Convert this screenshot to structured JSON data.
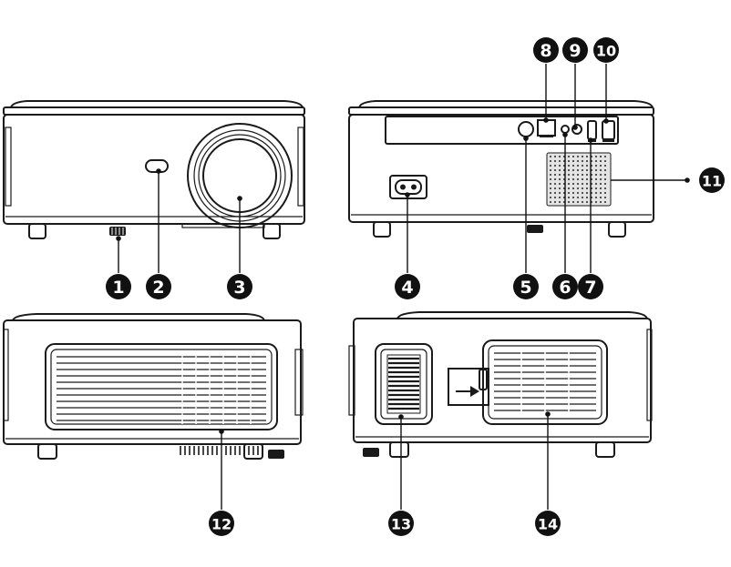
{
  "callouts": [
    {
      "id": "1",
      "label": "1"
    },
    {
      "id": "2",
      "label": "2"
    },
    {
      "id": "3",
      "label": "3"
    },
    {
      "id": "4",
      "label": "4"
    },
    {
      "id": "5",
      "label": "5"
    },
    {
      "id": "6",
      "label": "6"
    },
    {
      "id": "7",
      "label": "7"
    },
    {
      "id": "8",
      "label": "8"
    },
    {
      "id": "9",
      "label": "9"
    },
    {
      "id": "10",
      "label": "10"
    },
    {
      "id": "11",
      "label": "11"
    },
    {
      "id": "12",
      "label": "12"
    },
    {
      "id": "13",
      "label": "13"
    },
    {
      "id": "14",
      "label": "14"
    }
  ],
  "colors": {
    "ink": "#1a1a1a",
    "badge": "#111111",
    "paper": "#ffffff"
  }
}
